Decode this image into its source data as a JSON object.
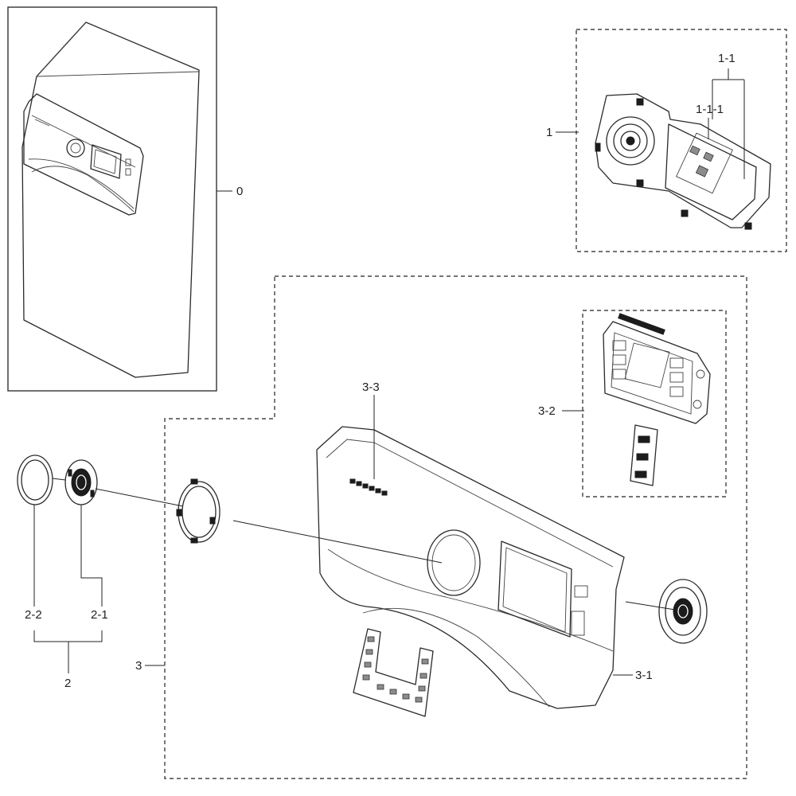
{
  "callouts": {
    "assembly": "0",
    "pcb_assembly": "1",
    "pcb": "1-1",
    "pcb_sub": "1-1-1",
    "knob_assembly": "2",
    "knob": "2-1",
    "knob_ring": "2-2",
    "panel_assembly": "3",
    "control_panel": "3-1",
    "display_window": "3-2",
    "badge": "3-3"
  },
  "colors": {
    "line": "#2a2a2a",
    "dashed_box": "#222222",
    "background": "#ffffff"
  }
}
